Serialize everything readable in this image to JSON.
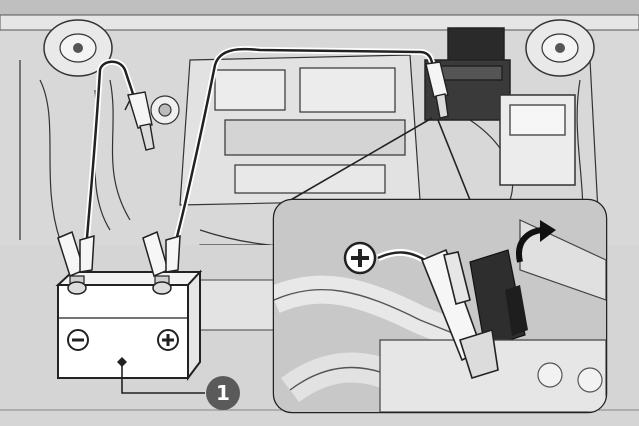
{
  "callout": {
    "number": "1"
  },
  "symbols": {
    "battery_negative": "minus-symbol",
    "battery_positive": "plus-symbol",
    "inset_positive": "plus-symbol"
  },
  "colors": {
    "engine_bay_bg": "#dcdcdc",
    "line": "#222222",
    "inset_bg": "#c9c9c9",
    "callout_bg": "#5a5a5a",
    "callout_text": "#ffffff"
  }
}
